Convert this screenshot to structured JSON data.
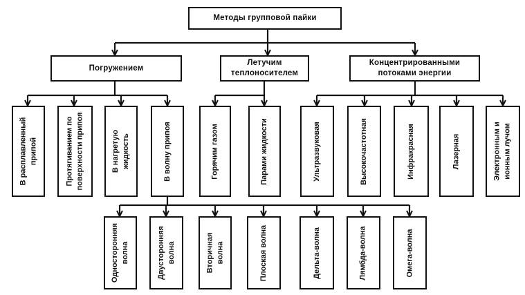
{
  "root": {
    "label": "Методы групповой пайки"
  },
  "categories": [
    {
      "label": "Погружением",
      "methods": [
        {
          "label": "В расплавленный припой",
          "lines": [
            "В расплавленный",
            "припой"
          ]
        },
        {
          "label": "Протягиванием по поверхности припоя",
          "lines": [
            "Протягиванием по",
            "поверхности припоя"
          ]
        },
        {
          "label": "В нагретую жидкость",
          "lines": [
            "В нагретую",
            "жидкость"
          ]
        },
        {
          "label": "В волну припоя",
          "lines": [
            "В волну припоя"
          ]
        }
      ]
    },
    {
      "label": "Летучим теплоносителем",
      "lines": [
        "Летучим",
        "теплоносителем"
      ],
      "methods": [
        {
          "label": "Горячим газом",
          "lines": [
            "Горячим газом"
          ]
        },
        {
          "label": "Парами жидкости",
          "lines": [
            "Парами жидкости"
          ]
        }
      ]
    },
    {
      "label": "Концентрированными потоками энергии",
      "lines": [
        "Концентрированными",
        "потоками энергии"
      ],
      "methods": [
        {
          "label": "Ультразвуковая",
          "lines": [
            "Ультразвуковая"
          ]
        },
        {
          "label": "Высокочастотная",
          "lines": [
            "Высокочастотная"
          ]
        },
        {
          "label": "Инфракрасная",
          "lines": [
            "Инфракрасная"
          ]
        },
        {
          "label": "Лазерная",
          "lines": [
            "Лазерная"
          ]
        },
        {
          "label": "Электронным и ионным лучом",
          "lines": [
            "Электронным и",
            "ионным лучом"
          ]
        }
      ]
    }
  ],
  "wave_types": {
    "parent": "В волну припоя",
    "items": [
      {
        "label": "Односторонняя волна",
        "lines": [
          "Односторонняя",
          "волна"
        ]
      },
      {
        "label": "Двусторонняя волна",
        "lines": [
          "Двусторонняя",
          "волна"
        ]
      },
      {
        "label": "Вторичная волна",
        "lines": [
          "Вторичная",
          "волна"
        ]
      },
      {
        "label": "Плоская волна",
        "lines": [
          "Плоская волна"
        ]
      },
      {
        "label": "Дельта-волна",
        "lines": [
          "Дельта-волна"
        ]
      },
      {
        "label": "Лямбда-волна",
        "lines": [
          "Лямбда-волна"
        ]
      },
      {
        "label": "Омега-волна",
        "lines": [
          "Омега-волна"
        ]
      }
    ]
  }
}
